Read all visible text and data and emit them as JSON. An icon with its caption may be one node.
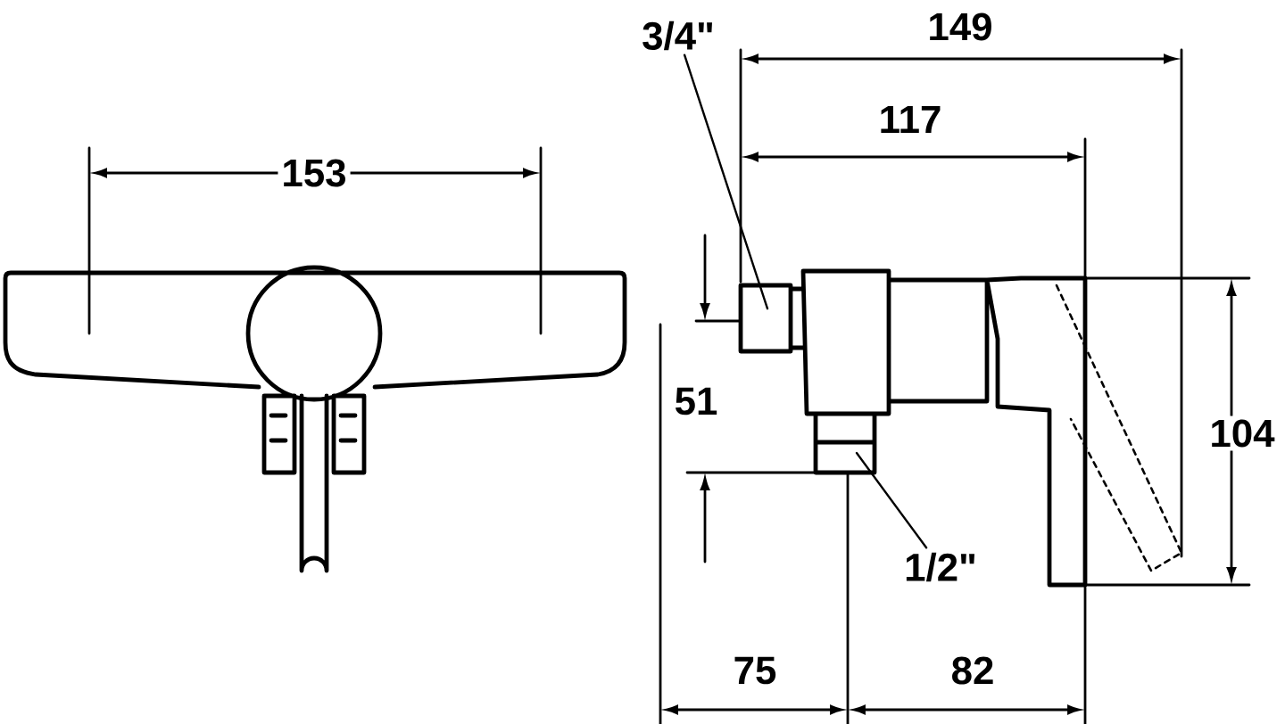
{
  "diagram": {
    "nodes": [
      {
        "text": [
          "3/4\""
        ]
      },
      {
        "text": [
          "1/2\""
        ]
      }
    ],
    "edges": [
      {
        "from": 0,
        "to": null,
        "arrow": "none"
      },
      {
        "from": 1,
        "to": null,
        "arrow": "none"
      }
    ],
    "labels": [
      "153",
      "149",
      "117",
      "51",
      "104",
      "75",
      "82"
    ]
  }
}
